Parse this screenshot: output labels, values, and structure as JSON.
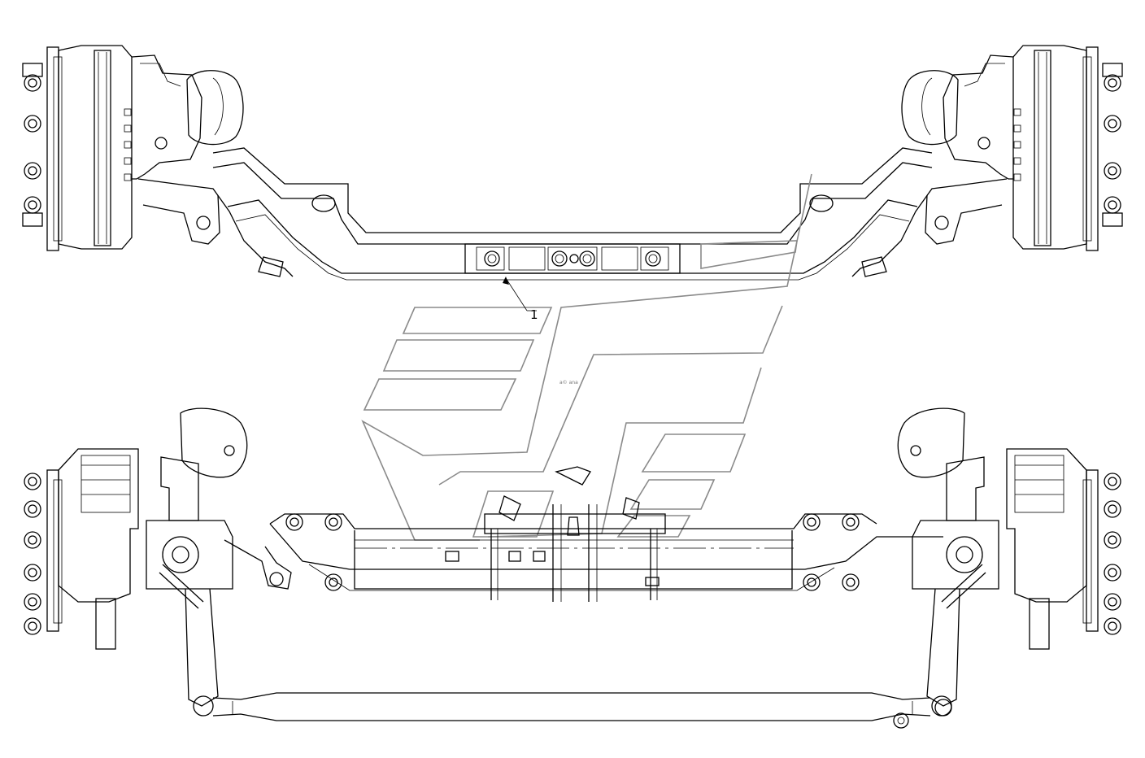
{
  "diagram": {
    "callouts": [
      {
        "id": "part-1",
        "label": "1"
      }
    ],
    "watermark_text": "a© ana"
  }
}
